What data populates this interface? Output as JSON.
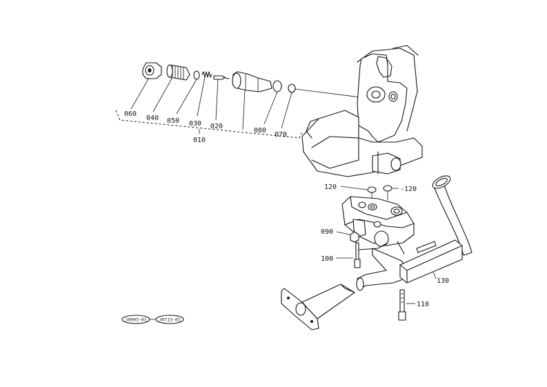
{
  "callouts": {
    "c060": "060",
    "c040": "040",
    "c050": "050",
    "c030": "030",
    "c020": "020",
    "c080": "080",
    "c070": "070",
    "c010": "010",
    "c120_left": "120",
    "c120_right": "-120",
    "c090": "090",
    "c100": "100",
    "c130": "130",
    "c110": "110"
  },
  "reference_tags": {
    "tag1": "J0093-01",
    "tag2": "J0713-01"
  }
}
